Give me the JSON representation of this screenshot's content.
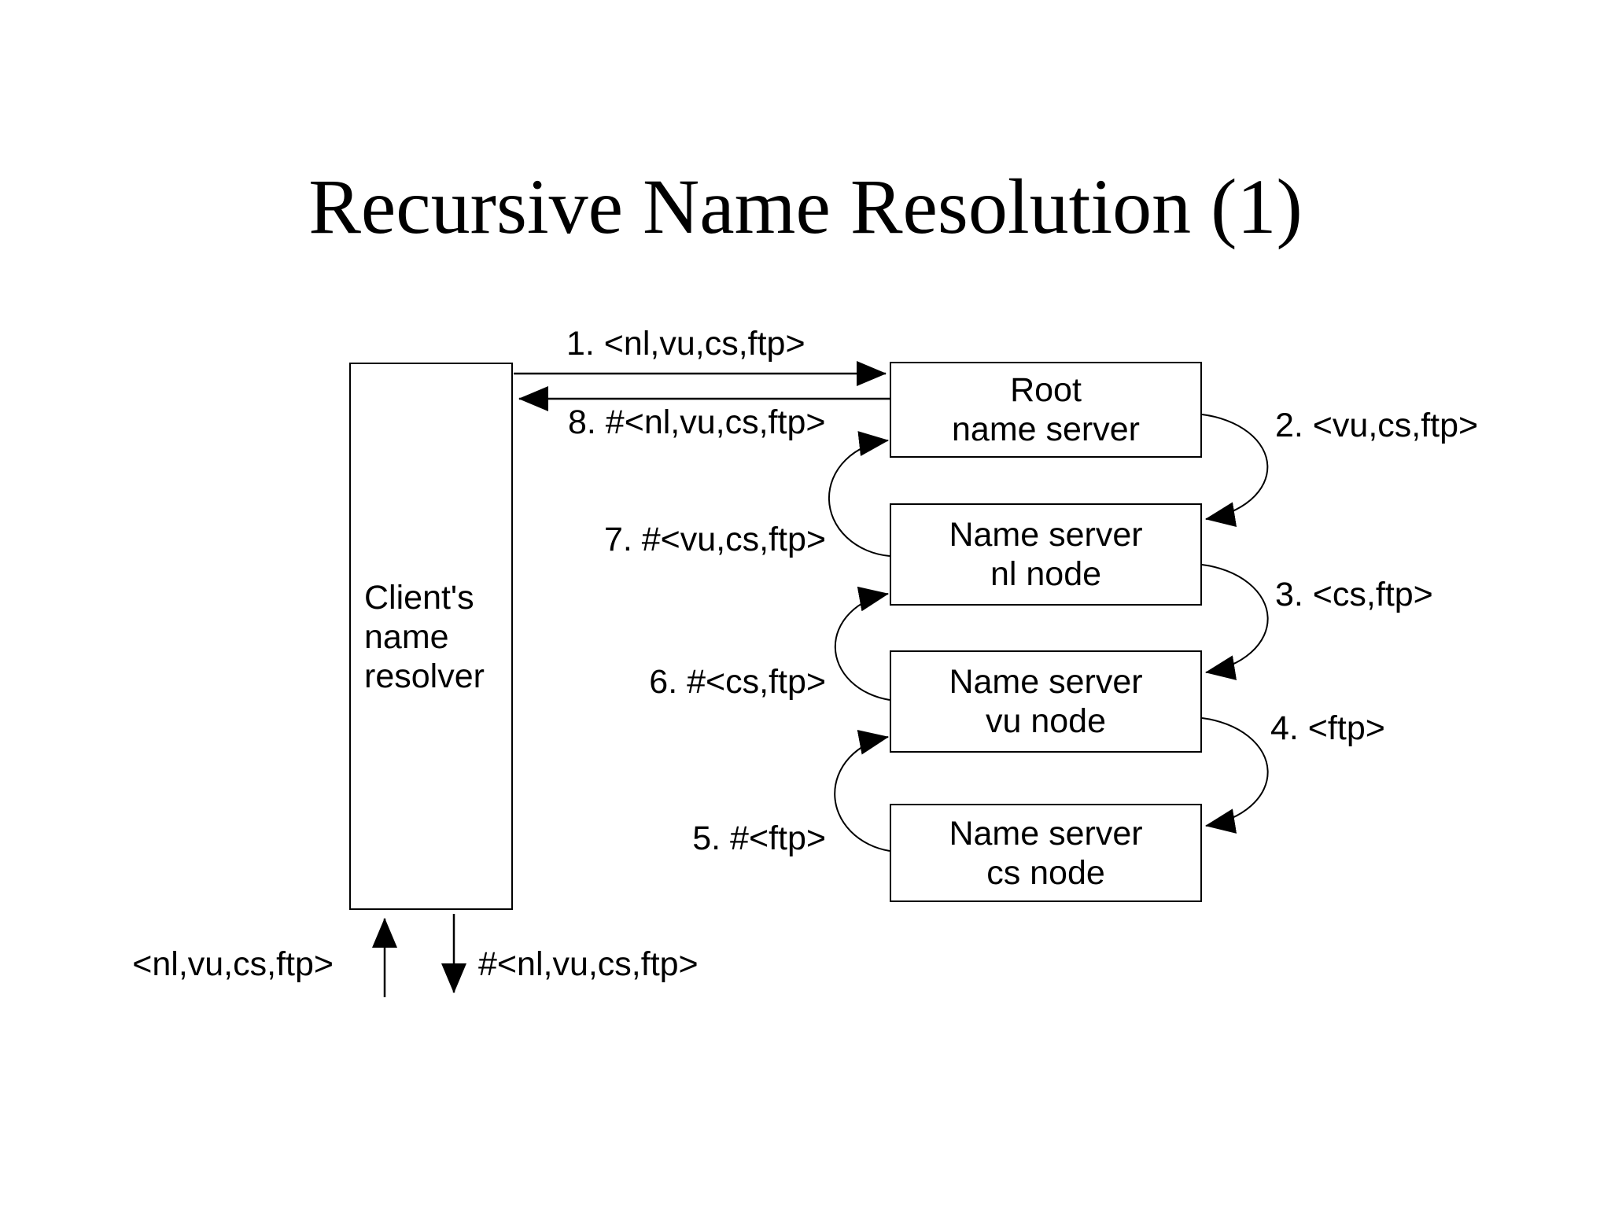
{
  "title": "Recursive Name Resolution (1)",
  "colors": {
    "ink": "#000000",
    "background": "#ffffff"
  },
  "client_box": {
    "lines": [
      "Client's",
      "name",
      "resolver"
    ]
  },
  "servers": [
    {
      "id": "root",
      "lines": [
        "Root",
        "name server"
      ]
    },
    {
      "id": "nl",
      "lines": [
        "Name server",
        "nl node"
      ]
    },
    {
      "id": "vu",
      "lines": [
        "Name server",
        "vu node"
      ]
    },
    {
      "id": "cs",
      "lines": [
        "Name server",
        "cs node"
      ]
    }
  ],
  "step_labels": {
    "step1": "1. <nl,vu,cs,ftp>",
    "step2": "2. <vu,cs,ftp>",
    "step3": "3. <cs,ftp>",
    "step4": "4. <ftp>",
    "step5": "5. #<ftp>",
    "step6": "6. #<cs,ftp>",
    "step7": "7. #<vu,cs,ftp>",
    "step8": "8. #<nl,vu,cs,ftp>"
  },
  "io_labels": {
    "request": "<nl,vu,cs,ftp>",
    "response": "#<nl,vu,cs,ftp>"
  }
}
